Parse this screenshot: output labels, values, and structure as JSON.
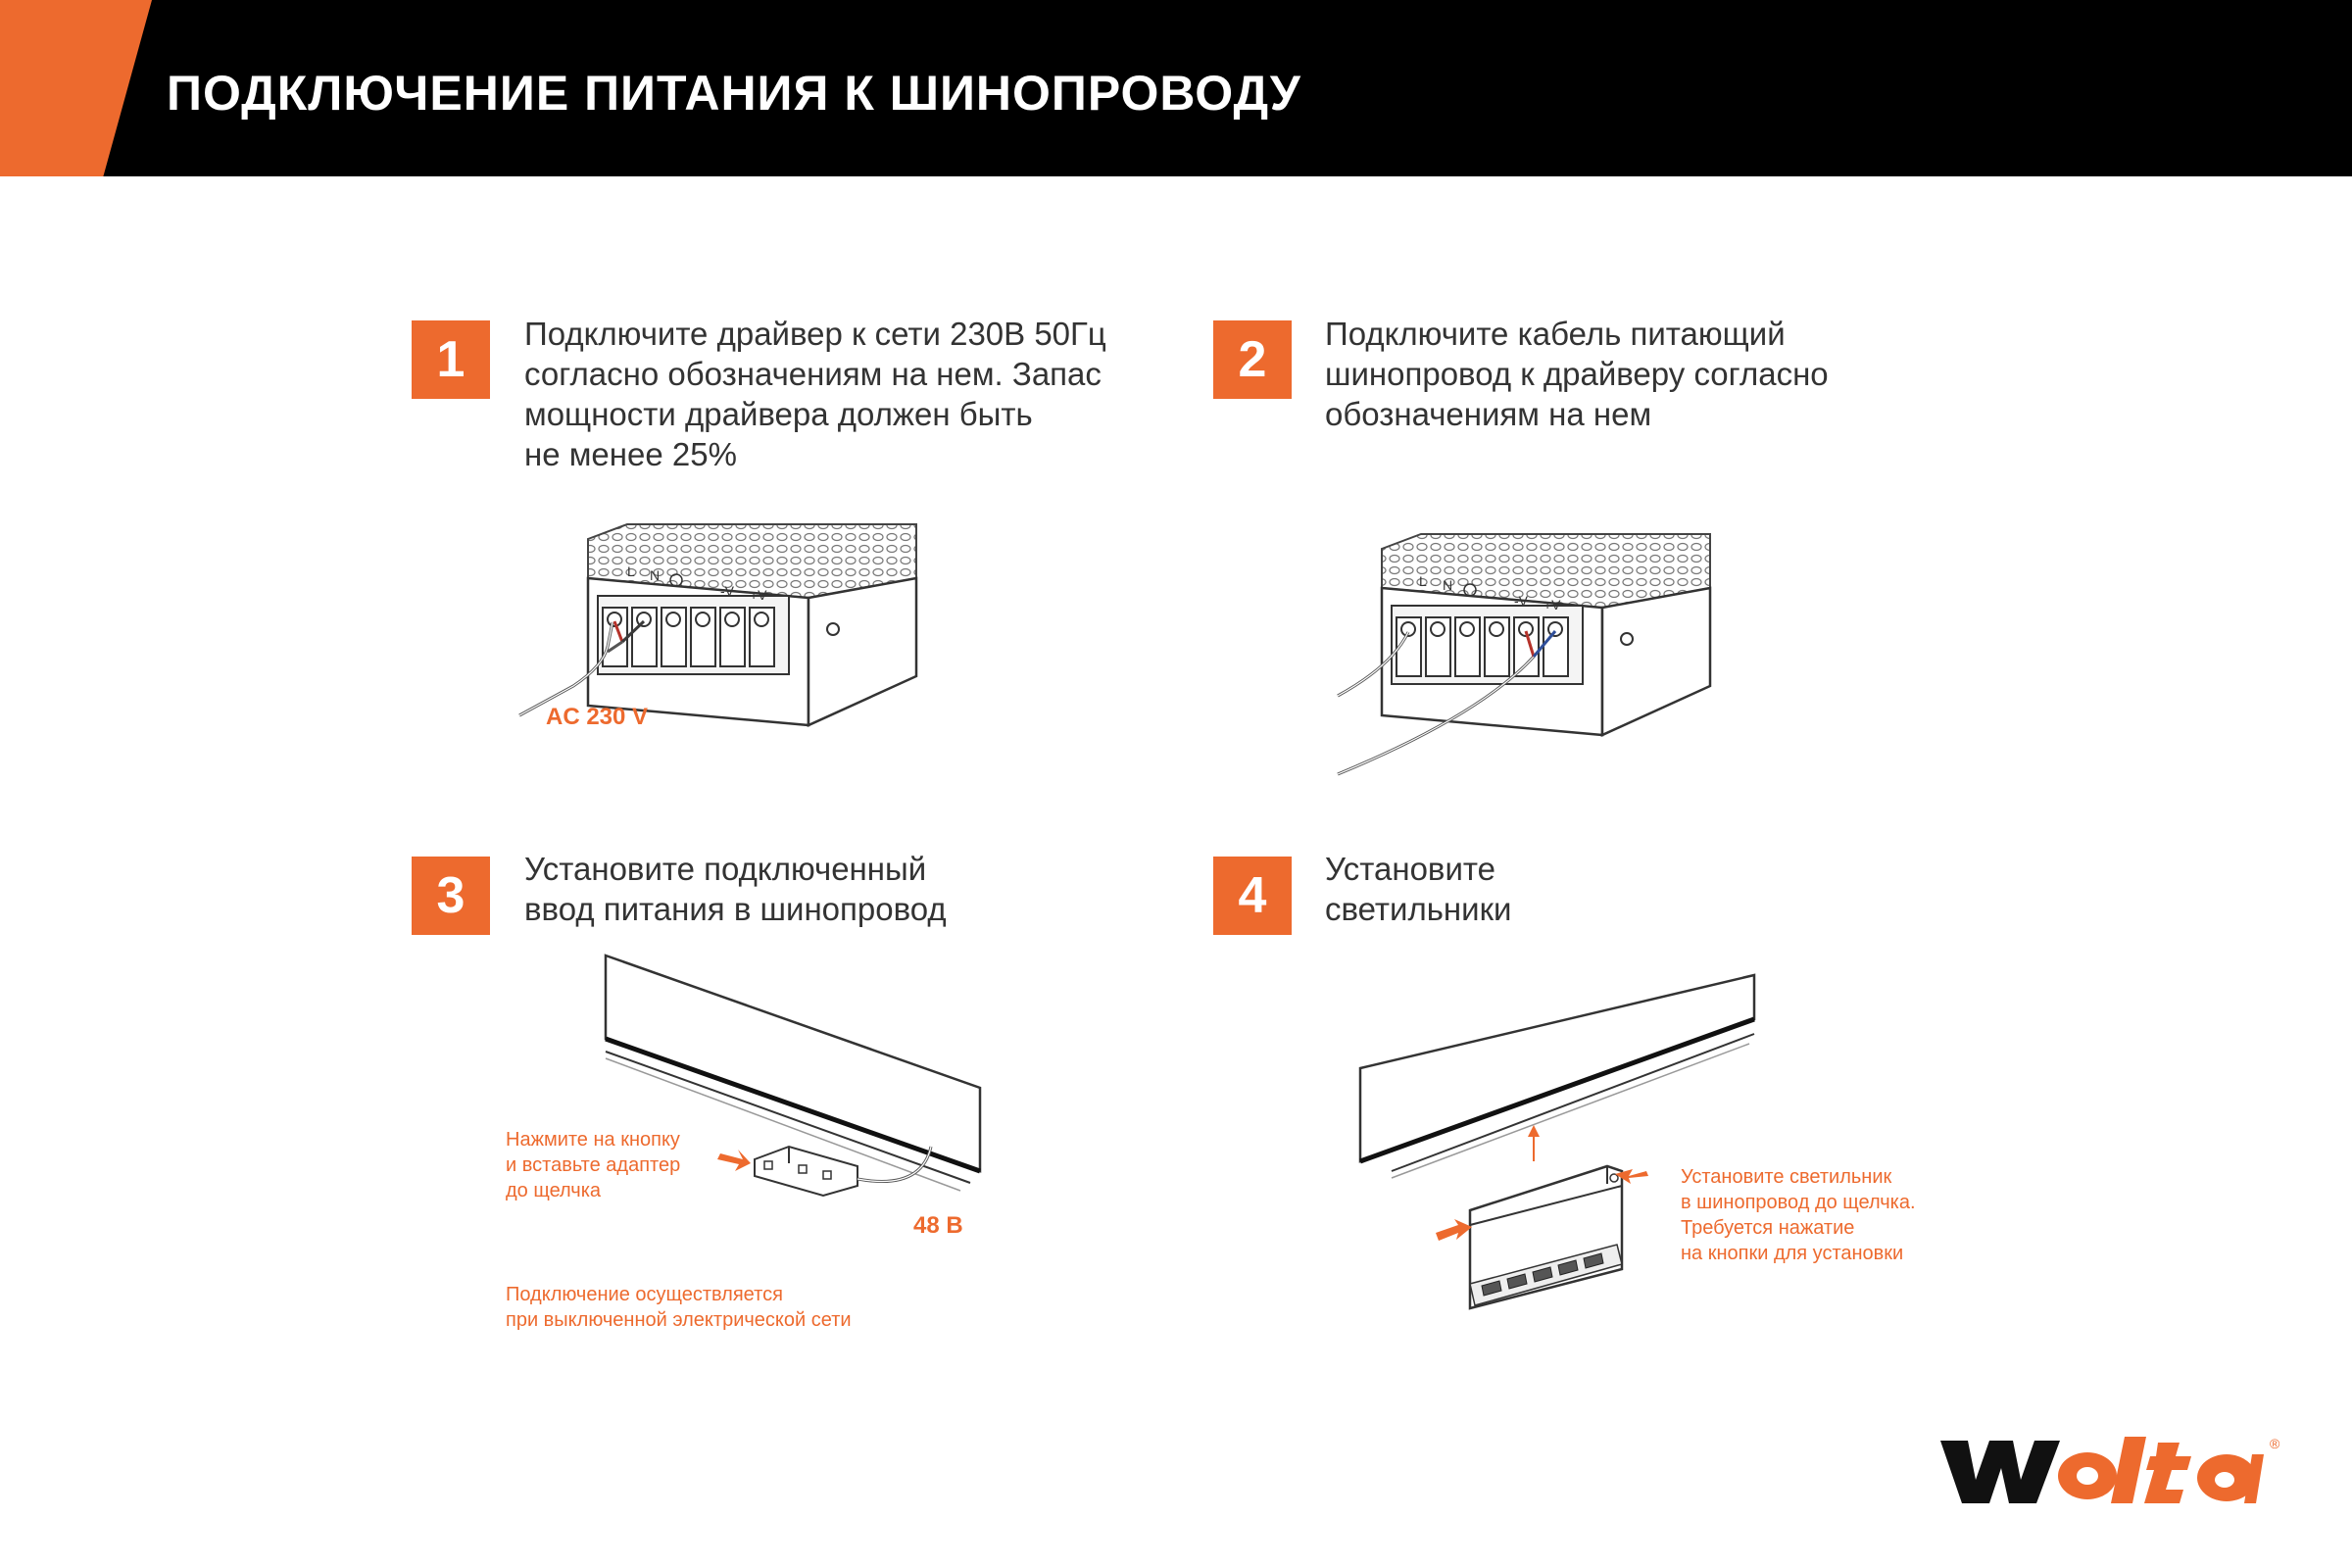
{
  "header": {
    "title": "ПОДКЛЮЧЕНИЕ ПИТАНИЯ К ШИНОПРОВОДУ"
  },
  "steps": [
    {
      "number": "1",
      "text": "Подключите драйвер к сети 230В 50Гц\nсогласно обозначениям на нем. Запас\nмощности драйвера должен быть\nне менее 25%"
    },
    {
      "number": "2",
      "text": "Подключите кабель питающий\nшинопровод к драйверу согласно\nобозначениям на нем"
    },
    {
      "number": "3",
      "text": "Установите подключенный\nввод питания в шинопровод"
    },
    {
      "number": "4",
      "text": "Установите\nсветильники"
    }
  ],
  "figures": {
    "driver_labels": {
      "l": "L",
      "n": "N",
      "minus_v": "-V",
      "plus_v": "+V"
    },
    "fig1_tag": "AC 230 V",
    "fig3_note_press": "Нажмите на кнопку\nи вставьте адаптер\nдо щелчка",
    "fig3_tag": "48 В",
    "fig3_note_power": "Подключение осуществляется\nпри выключенной электрической сети",
    "fig4_note": "Установите светильник\nв шинопровод до щелчка.\nТребуется нажатие\nна кнопки для установки"
  },
  "logo": {
    "text": "Wolta",
    "registered": "®"
  },
  "colors": {
    "accent": "#ed6a2e",
    "header_bg": "#000000",
    "text": "#333333"
  }
}
